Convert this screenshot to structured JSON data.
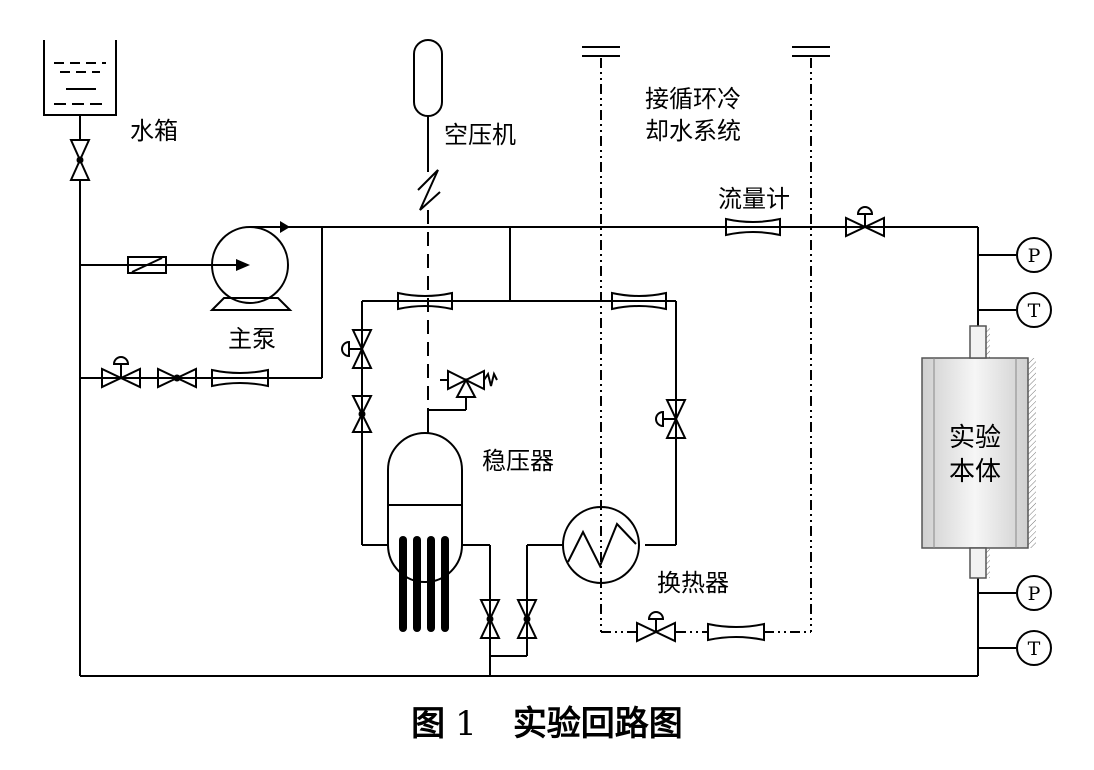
{
  "labels": {
    "water_tank": "水箱",
    "air_compressor": "空压机",
    "cooling_line1": "接循环冷",
    "cooling_line2": "却水系统",
    "flowmeter": "流量计",
    "main_pump": "主泵",
    "pressurizer": "稳压器",
    "heat_exchanger": "换热器",
    "test_section_line1": "实验",
    "test_section_line2": "本体",
    "gauge_p": "P",
    "gauge_t": "T"
  },
  "caption": {
    "prefix": "图",
    "number": "1",
    "title": "实验回路图"
  }
}
